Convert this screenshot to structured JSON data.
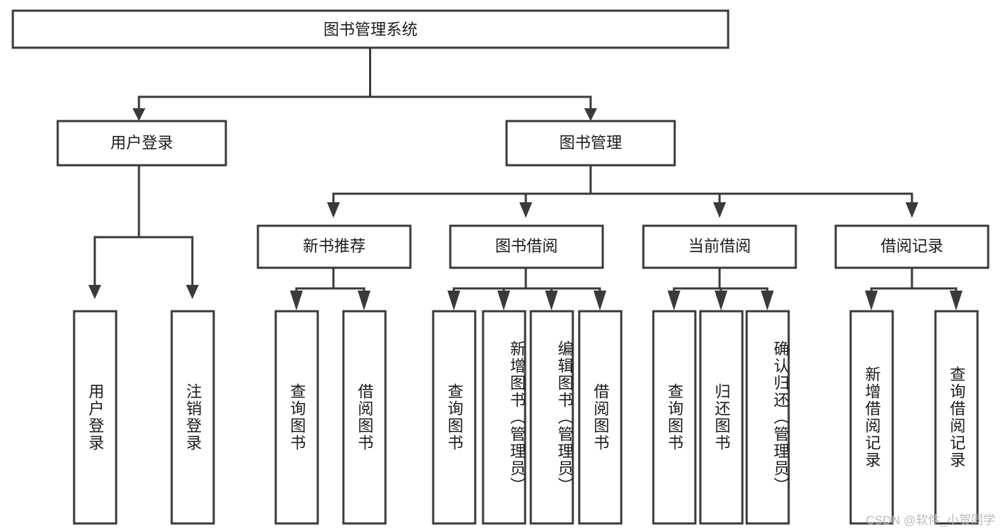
{
  "diagram": {
    "title": "图书管理系统",
    "type": "tree-hierarchy",
    "watermark": "CSDN @软件_小贺同学",
    "colors": {
      "stroke": "#3a3a3a",
      "fill": "#ffffff",
      "text": "#1b1b1b",
      "watermark": "#b9b9b9",
      "background": "#ffffff"
    },
    "levels": {
      "root": {
        "label": "图书管理系统"
      },
      "level2": [
        {
          "label": "用户登录"
        },
        {
          "label": "图书管理"
        }
      ],
      "level3": [
        {
          "label": "新书推荐"
        },
        {
          "label": "图书借阅"
        },
        {
          "label": "当前借阅"
        },
        {
          "label": "借阅记录"
        }
      ],
      "leaves": {
        "user_login": [
          {
            "label": "用户登录"
          },
          {
            "label": "注销登录"
          }
        ],
        "new_book_recommend": [
          {
            "label": "查询图书"
          },
          {
            "label": "借阅图书"
          }
        ],
        "book_borrow": [
          {
            "label": "查询图书"
          },
          {
            "label": "新增图书（管理员）"
          },
          {
            "label": "编辑图书（管理员）"
          },
          {
            "label": "借阅图书"
          }
        ],
        "current_borrow": [
          {
            "label": "查询图书"
          },
          {
            "label": "归还图书"
          },
          {
            "label": "确认归还（管理员）"
          }
        ],
        "borrow_record": [
          {
            "label": "新增借阅记录"
          },
          {
            "label": "查询借阅记录"
          }
        ]
      }
    }
  }
}
